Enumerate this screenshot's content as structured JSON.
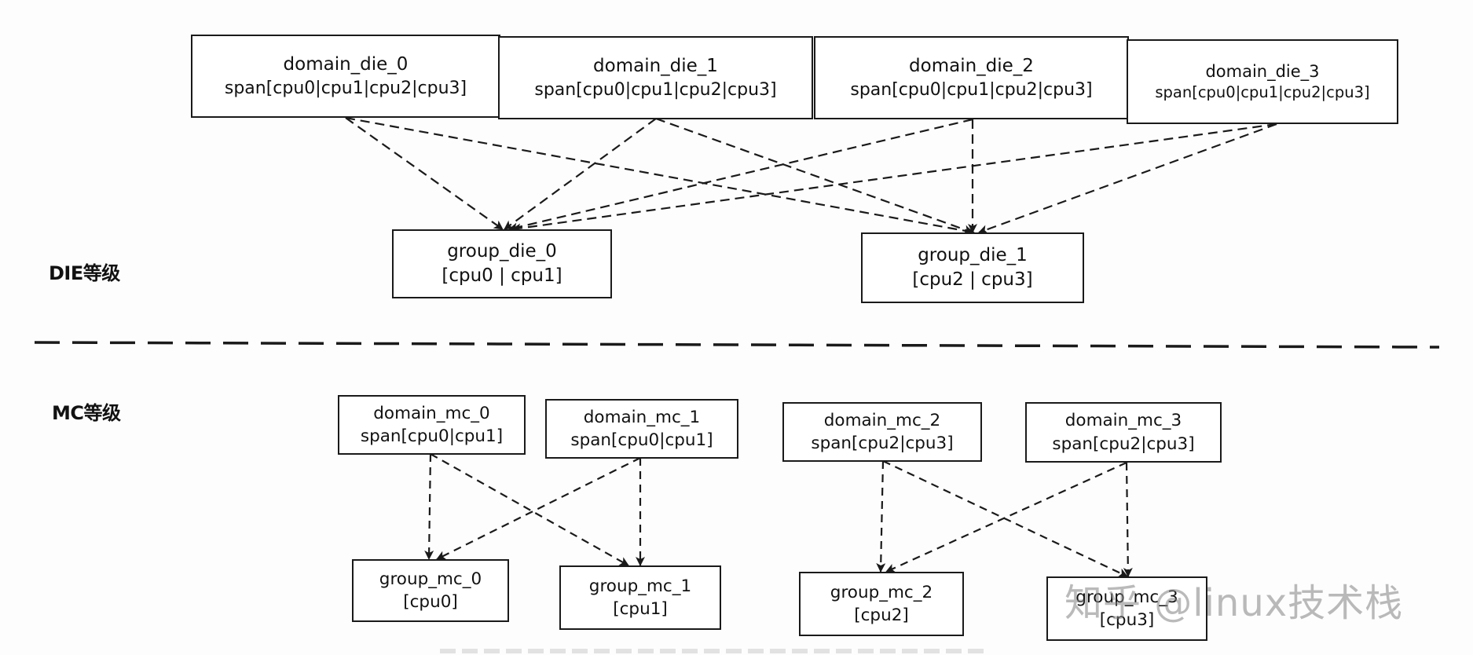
{
  "levels": {
    "die_label": "DIE等级",
    "mc_label": "MC等级"
  },
  "die": {
    "domains": [
      {
        "name": "domain_die_0",
        "span": "span[cpu0|cpu1|cpu2|cpu3]"
      },
      {
        "name": "domain_die_1",
        "span": "span[cpu0|cpu1|cpu2|cpu3]"
      },
      {
        "name": "domain_die_2",
        "span": "span[cpu0|cpu1|cpu2|cpu3]"
      },
      {
        "name": "domain_die_3",
        "span": "span[cpu0|cpu1|cpu2|cpu3]"
      }
    ],
    "groups": [
      {
        "name": "group_die_0",
        "cpus": "[cpu0 | cpu1]"
      },
      {
        "name": "group_die_1",
        "cpus": "[cpu2 | cpu3]"
      }
    ]
  },
  "mc": {
    "domains": [
      {
        "name": "domain_mc_0",
        "span": "span[cpu0|cpu1]"
      },
      {
        "name": "domain_mc_1",
        "span": "span[cpu0|cpu1]"
      },
      {
        "name": "domain_mc_2",
        "span": "span[cpu2|cpu3]"
      },
      {
        "name": "domain_mc_3",
        "span": "span[cpu2|cpu3]"
      }
    ],
    "groups": [
      {
        "name": "group_mc_0",
        "cpus": "[cpu0]"
      },
      {
        "name": "group_mc_1",
        "cpus": "[cpu1]"
      },
      {
        "name": "group_mc_2",
        "cpus": "[cpu2]"
      },
      {
        "name": "group_mc_3",
        "cpus": "[cpu3]"
      }
    ]
  },
  "watermark": "知乎 @linux技术栈",
  "colors": {
    "line": "#1a1a1a",
    "background": "#fdfdfd"
  }
}
